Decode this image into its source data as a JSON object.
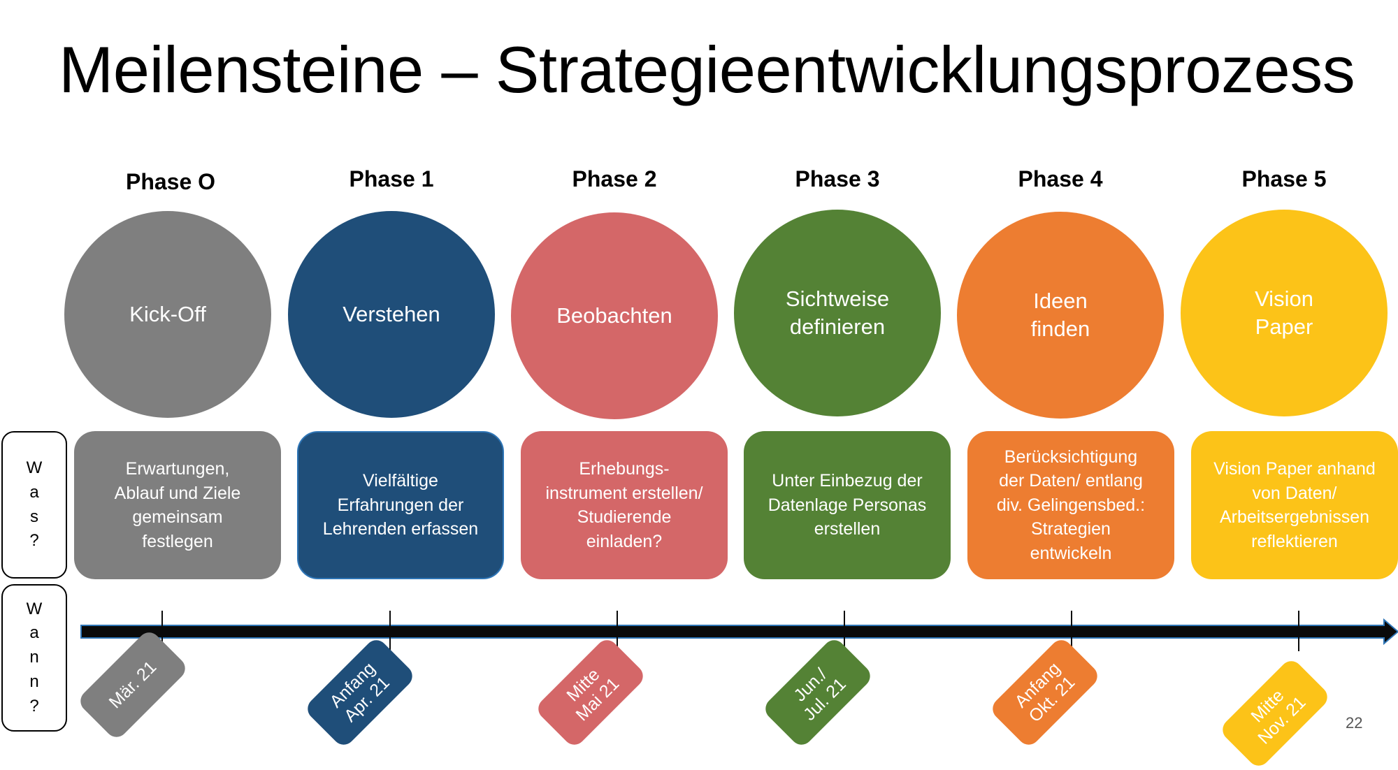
{
  "title": "Meilensteine – Strategieentwicklungsprozess",
  "row_labels": {
    "was": [
      "W",
      "a",
      "s",
      "?"
    ],
    "wann": [
      "W",
      "a",
      "n",
      "n",
      "?"
    ]
  },
  "phases": [
    {
      "label": "Phase O",
      "milestone": "Kick-Off",
      "description": "Erwartungen,\nAblauf und Ziele\ngemeinsam\nfestlegen",
      "date": "Mär. 21",
      "color": "#7f7f7f"
    },
    {
      "label": "Phase 1",
      "milestone": "Verstehen",
      "description": "Vielfältige\nErfahrungen der\nLehrenden erfassen",
      "date": "Anfang\nApr. 21",
      "color": "#1f4e79"
    },
    {
      "label": "Phase 2",
      "milestone": "Beobachten",
      "description": "Erhebungs-\ninstrument erstellen/\nStudierende\neinladen?",
      "date": "Mitte\nMai 21",
      "color": "#d46768"
    },
    {
      "label": "Phase 3",
      "milestone": "Sichtweise\ndefinieren",
      "description": "Unter Einbezug der\nDatenlage Personas\nerstellen",
      "date": "Jun./\nJul. 21",
      "color": "#548235"
    },
    {
      "label": "Phase 4",
      "milestone": "Ideen\nfinden",
      "description": "Berücksichtigung\nder Daten/ entlang\ndiv. Gelingensbed.:\nStrategien\nentwickeln",
      "date": "Anfang\nOkt. 21",
      "color": "#ed7d31"
    },
    {
      "label": "Phase 5",
      "milestone": "Vision\nPaper",
      "description": "Vision Paper anhand\nvon Daten/\nArbeitsergebnissen\nreflektieren",
      "date": "Mitte\nNov. 21",
      "color": "#fcc318"
    }
  ],
  "page_number": "22",
  "colors": {
    "axis": "#0a0a0a",
    "axis_edge": "#2e75b6"
  }
}
